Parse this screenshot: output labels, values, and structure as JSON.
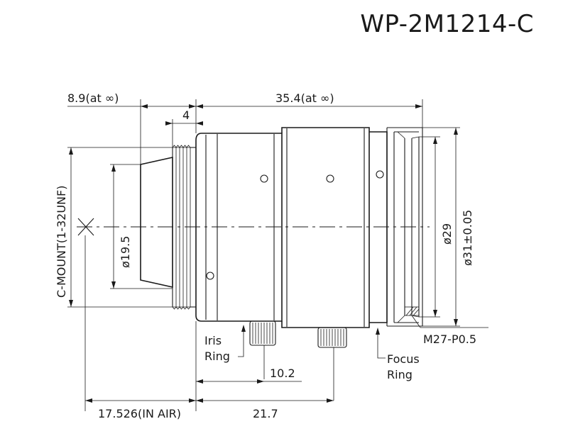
{
  "model": "WP-2M1214-C",
  "dimensions": {
    "flange_back": "8.9(at ∞)",
    "thread_depth": "4",
    "body_length": "35.4(at ∞)",
    "mount_thread": "C-MOUNT(1-32UNF)",
    "rear_diameter": "ø19.5",
    "inner_diameter": "ø29",
    "outer_diameter": "ø31±0.05",
    "filter_thread": "M27-P0.5",
    "ring_spacing": "10.2",
    "flange_focal": "17.526(IN AIR)",
    "screw_position": "21.7"
  },
  "labels": {
    "iris_ring_1": "Iris",
    "iris_ring_2": "Ring",
    "focus_ring_1": "Focus",
    "focus_ring_2": "Ring"
  }
}
